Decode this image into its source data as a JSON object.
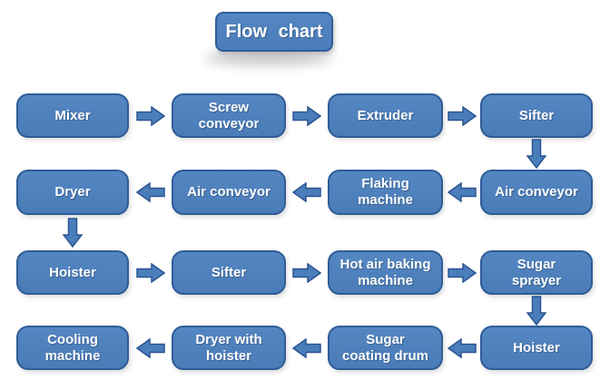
{
  "title": "Flow chart",
  "colors": {
    "background": "#ffffff",
    "box_fill": "#4f81bd",
    "box_border": "#2f5d97",
    "arrow_fill": "#4a7ebb",
    "arrow_border": "#2c5591",
    "text": "#ffffff"
  },
  "nodes": [
    {
      "id": "mixer",
      "label": "Mixer",
      "col": 1,
      "row": 1
    },
    {
      "id": "screw-conveyor",
      "label": "Screw\nconveyor",
      "col": 2,
      "row": 1
    },
    {
      "id": "extruder",
      "label": "Extruder",
      "col": 3,
      "row": 1
    },
    {
      "id": "sifter-1",
      "label": "Sifter",
      "col": 4,
      "row": 1
    },
    {
      "id": "air-conveyor-1",
      "label": "Air conveyor",
      "col": 4,
      "row": 2
    },
    {
      "id": "flaking-machine",
      "label": "Flaking\nmachine",
      "col": 3,
      "row": 2
    },
    {
      "id": "air-conveyor-2",
      "label": "Air conveyor",
      "col": 2,
      "row": 2
    },
    {
      "id": "dryer",
      "label": "Dryer",
      "col": 1,
      "row": 2
    },
    {
      "id": "hoister-1",
      "label": "Hoister",
      "col": 1,
      "row": 3
    },
    {
      "id": "sifter-2",
      "label": "Sifter",
      "col": 2,
      "row": 3
    },
    {
      "id": "hot-air-baking-machine",
      "label": "Hot air baking\nmachine",
      "col": 3,
      "row": 3
    },
    {
      "id": "sugar-sprayer",
      "label": "Sugar\nsprayer",
      "col": 4,
      "row": 3
    },
    {
      "id": "hoister-2",
      "label": "Hoister",
      "col": 4,
      "row": 4
    },
    {
      "id": "sugar-coating-drum",
      "label": "Sugar\ncoating drum",
      "col": 3,
      "row": 4
    },
    {
      "id": "dryer-with-hoister",
      "label": "Dryer with\nhoister",
      "col": 2,
      "row": 4
    },
    {
      "id": "cooling-machine",
      "label": "Cooling\nmachine",
      "col": 1,
      "row": 4
    }
  ],
  "arrows": [
    {
      "dir": "right",
      "row": 1,
      "between_cols": [
        1,
        2
      ]
    },
    {
      "dir": "right",
      "row": 1,
      "between_cols": [
        2,
        3
      ]
    },
    {
      "dir": "right",
      "row": 1,
      "between_cols": [
        3,
        4
      ]
    },
    {
      "dir": "down",
      "col": 4,
      "between_rows": [
        1,
        2
      ]
    },
    {
      "dir": "left",
      "row": 2,
      "between_cols": [
        3,
        4
      ]
    },
    {
      "dir": "left",
      "row": 2,
      "between_cols": [
        2,
        3
      ]
    },
    {
      "dir": "left",
      "row": 2,
      "between_cols": [
        1,
        2
      ]
    },
    {
      "dir": "down",
      "col": 1,
      "between_rows": [
        2,
        3
      ]
    },
    {
      "dir": "right",
      "row": 3,
      "between_cols": [
        1,
        2
      ]
    },
    {
      "dir": "right",
      "row": 3,
      "between_cols": [
        2,
        3
      ]
    },
    {
      "dir": "right",
      "row": 3,
      "between_cols": [
        3,
        4
      ]
    },
    {
      "dir": "down",
      "col": 4,
      "between_rows": [
        3,
        4
      ]
    },
    {
      "dir": "left",
      "row": 4,
      "between_cols": [
        3,
        4
      ]
    },
    {
      "dir": "left",
      "row": 4,
      "between_cols": [
        2,
        3
      ]
    },
    {
      "dir": "left",
      "row": 4,
      "between_cols": [
        1,
        2
      ]
    }
  ]
}
